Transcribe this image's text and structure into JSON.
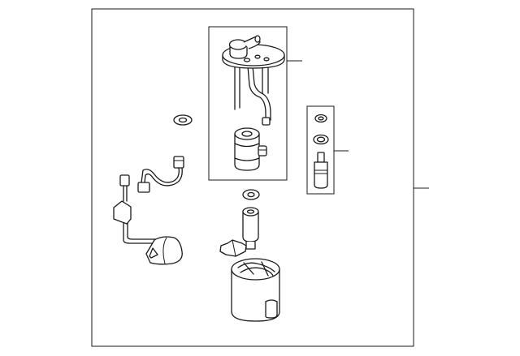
{
  "diagram": {
    "line_color": "#1a1a1a",
    "background": "#ffffff",
    "parts": [
      "fuel-sender-flange",
      "fuel-pump",
      "o-ring-seal",
      "filter-kit",
      "wiring-harness",
      "float-arm",
      "pump-bracket",
      "reservoir-canister"
    ]
  }
}
